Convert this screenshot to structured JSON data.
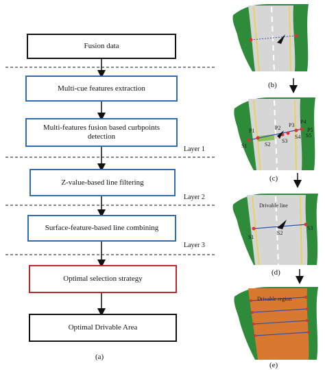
{
  "flowchart": {
    "boxes": [
      {
        "label": "Fusion data"
      },
      {
        "label": "Multi-cue features extraction"
      },
      {
        "label": "Multi-features fusion based curbpoints detection"
      },
      {
        "label": "Z-value-based line filtering"
      },
      {
        "label": "Surface-feature-based line combining"
      },
      {
        "label": "Optimal selection strategy"
      },
      {
        "label": "Optimal Drivable Area"
      }
    ],
    "layers": [
      "Layer 1",
      "Layer 2",
      "Layer 3"
    ],
    "caption": "(a)"
  },
  "panels": {
    "b": {
      "caption": "(b)"
    },
    "c": {
      "caption": "(c)",
      "points": [
        "P1",
        "P2",
        "P3",
        "P4",
        "P5"
      ],
      "segments": [
        "S1",
        "S2",
        "S3",
        "S4",
        "S5"
      ]
    },
    "d": {
      "caption": "(d)",
      "title": "Drivable line",
      "segments": [
        "S1",
        "S2",
        "S3"
      ]
    },
    "e": {
      "caption": "(e)",
      "title": "Drivable region"
    }
  },
  "colors": {
    "grass": "#2e8b3a",
    "road": "#d6d6d6",
    "lane_yellow": "#e8d35a",
    "region": "#d9792f",
    "blue_box": "#2f6db3",
    "red_box": "#c0272d",
    "line_blue": "#2a4fb3",
    "point_red": "#e03030"
  }
}
